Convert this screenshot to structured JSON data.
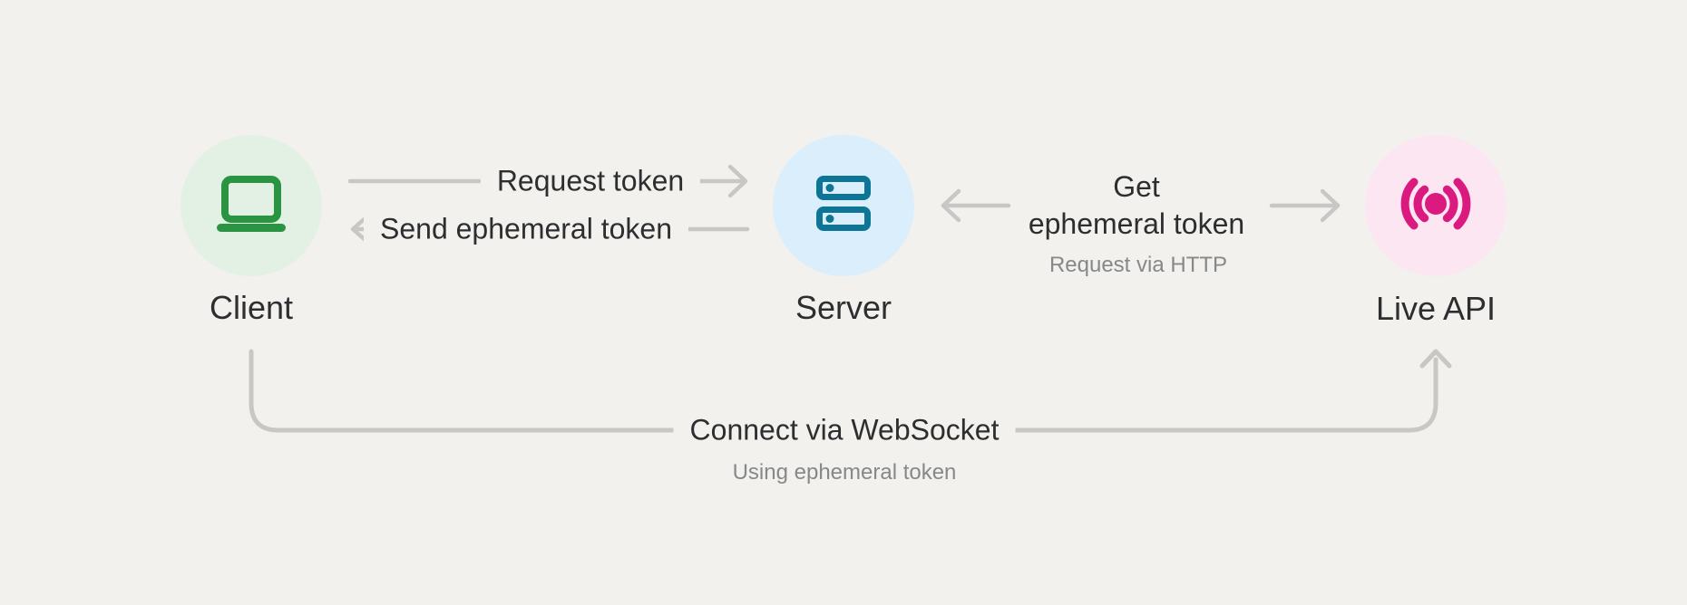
{
  "diagram": {
    "nodes": [
      {
        "id": "client",
        "label": "Client",
        "icon": "laptop-icon"
      },
      {
        "id": "server",
        "label": "Server",
        "icon": "server-icon"
      },
      {
        "id": "live-api",
        "label": "Live API",
        "icon": "broadcast-icon"
      }
    ],
    "edges": [
      {
        "id": "request-token",
        "from": "client",
        "to": "server",
        "label": "Request token"
      },
      {
        "id": "send-ephemeral-token",
        "from": "server",
        "to": "client",
        "label": "Send ephemeral token"
      },
      {
        "id": "get-ephemeral-token",
        "from": "server",
        "to": "live-api",
        "label_lines": [
          "Get",
          "ephemeral token"
        ],
        "sublabel": "Request via HTTP"
      },
      {
        "id": "connect-websocket",
        "from": "client",
        "to": "live-api",
        "label": "Connect via WebSocket",
        "sublabel": "Using ephemeral token"
      }
    ],
    "colors": {
      "background": "#f2f1ee",
      "arrow": "#c8c7c5",
      "text": "#2d2e30",
      "subtext": "#86888a",
      "client_circle": "#e3f1e5",
      "client_icon": "#2a9442",
      "server_circle": "#dbeefb",
      "server_icon": "#0f7596",
      "live_api_circle": "#fce6f2",
      "live_api_icon": "#db1a80"
    }
  }
}
